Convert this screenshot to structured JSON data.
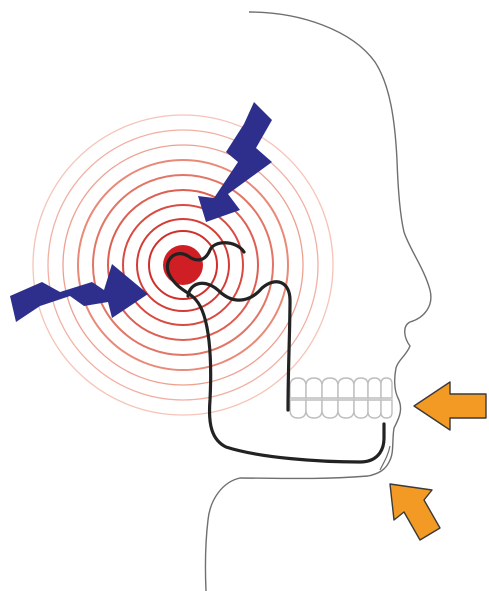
{
  "colors": {
    "ring_outer": "#f4b3a3",
    "ring_inner": "#d93c34",
    "pain_core": "#cf1f25",
    "head_outline": "#6f6f6f",
    "jaw": "#222222",
    "teeth_outline": "#bdbdbd",
    "zigzag_arrow": "#2e2f8c",
    "external_arrow_fill": "#f29a24",
    "external_arrow_stroke": "#3a3a3a"
  },
  "icons": {
    "pain_rings": "concentric-circles",
    "zigzag_arrows": "lightning-arrow",
    "external_arrows": "block-arrow"
  }
}
